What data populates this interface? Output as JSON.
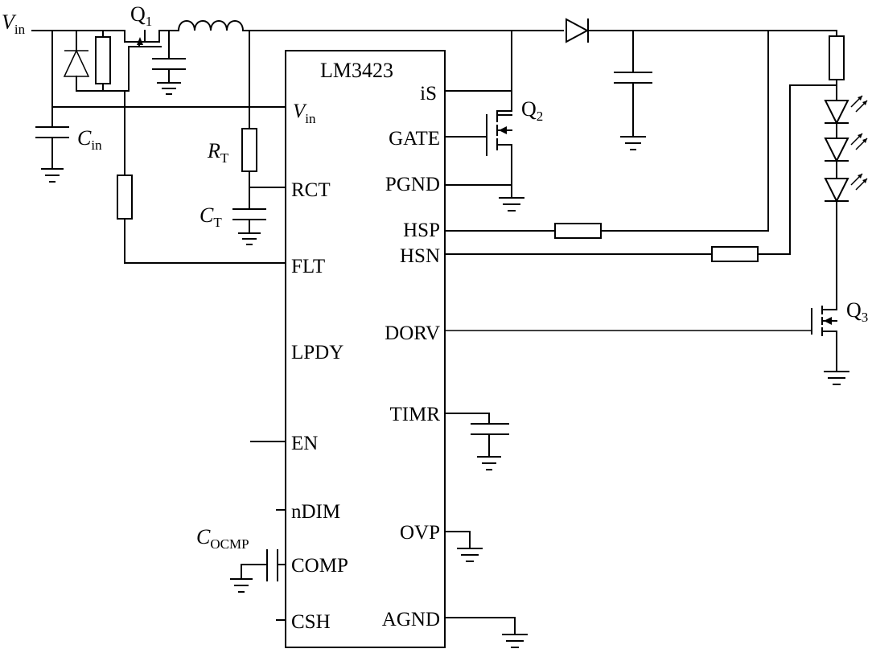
{
  "ic": {
    "name": "LM3423",
    "left_pins": [
      "V",
      "in",
      "RCT",
      "FLT",
      "LPDY",
      "EN",
      "nDIM",
      "COMP",
      "CSH"
    ],
    "right_pins": [
      "iS",
      "GATE",
      "PGND",
      "HSP",
      "HSN",
      "DORV",
      "TIMR",
      "OVP",
      "AGND"
    ]
  },
  "labels": {
    "vin_main": "V",
    "vin_main_sub": "in",
    "q1": "Q",
    "q1_sub": "1",
    "q2": "Q",
    "q2_sub": "2",
    "q3": "Q",
    "q3_sub": "3",
    "cin": "C",
    "cin_sub": "in",
    "rt": "R",
    "rt_sub": "T",
    "ct": "C",
    "ct_sub": "T",
    "cocmp": "C",
    "cocmp_sub": "OCMP"
  }
}
